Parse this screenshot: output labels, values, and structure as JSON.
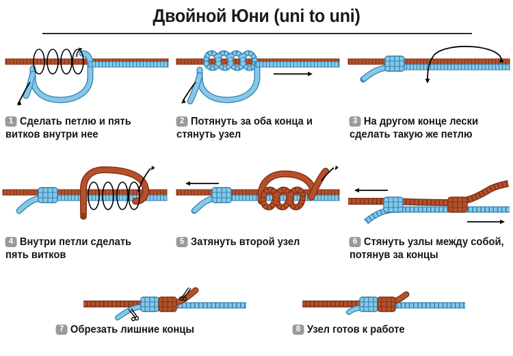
{
  "title": "Двойной Юни (uni to uni)",
  "colors": {
    "line_orange": "#b5502a",
    "line_blue": "#6fbce8",
    "badge_gray": "#9a9a9a",
    "text_dark": "#151515",
    "arrow_black": "#000000",
    "background": "#ffffff"
  },
  "steps": [
    {
      "number": "1",
      "text": "Сделать петлю и пять витков внутри нее",
      "figure": "loop-with-five-wraps"
    },
    {
      "number": "2",
      "text": "Потянуть за оба конца и стянуть узел",
      "figure": "pull-both-ends-tighten"
    },
    {
      "number": "3",
      "text": "На другом конце лески сделать такую же петлю",
      "figure": "same-loop-other-end"
    },
    {
      "number": "4",
      "text": "Внутри петли сделать пять витков",
      "figure": "five-wraps-inside-loop"
    },
    {
      "number": "5",
      "text": "Затянуть второй узел",
      "figure": "tighten-second-knot"
    },
    {
      "number": "6",
      "text": "Стянуть узлы между собой, потянув за концы",
      "figure": "slide-knots-together"
    },
    {
      "number": "7",
      "text": "Обрезать лишние концы",
      "figure": "trim-tag-ends-scissors"
    },
    {
      "number": "8",
      "text": "Узел готов к работе",
      "figure": "finished-knot"
    }
  ]
}
